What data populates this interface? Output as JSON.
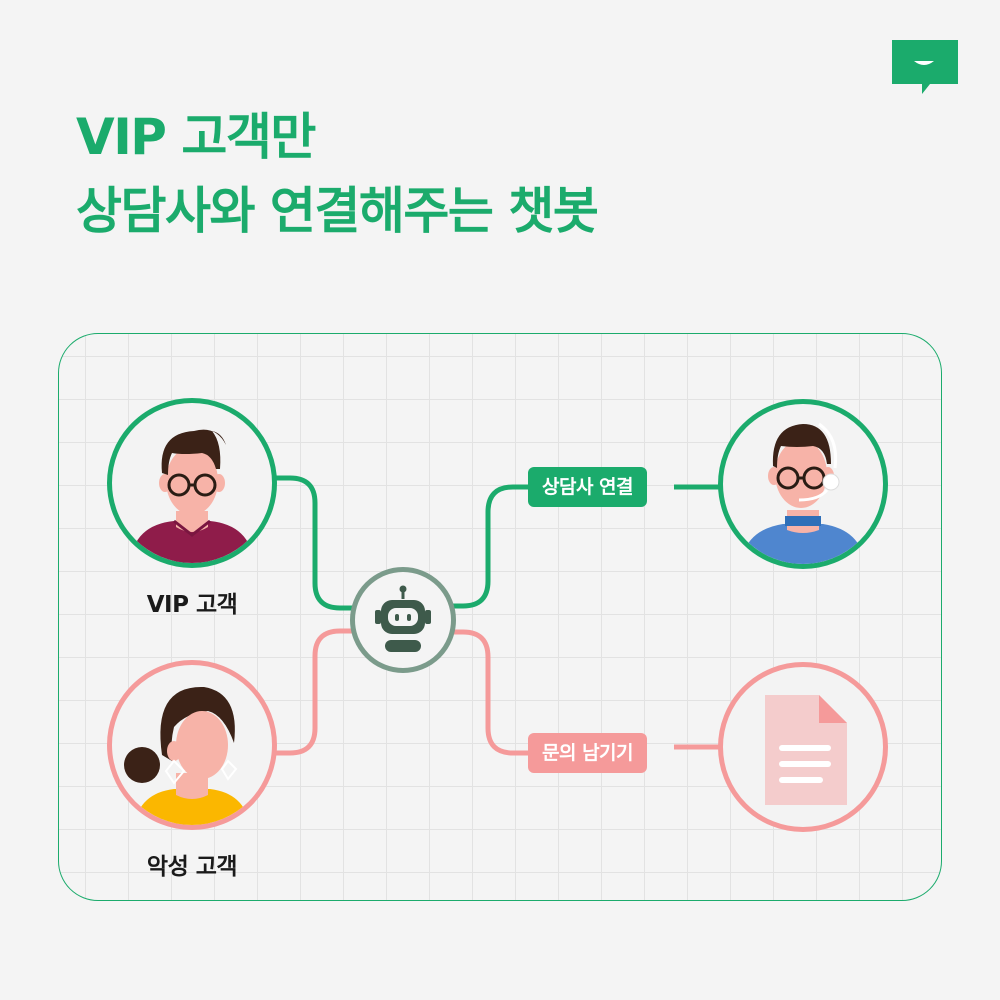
{
  "header": {
    "title_line1": "VIP 고객만",
    "title_line2": "상담사와 연결해주는 챗봇"
  },
  "diagram": {
    "customers": {
      "vip_label": "VIP 고객",
      "malicious_label": "악성 고객"
    },
    "routes": {
      "connect_counselor": "상담사 연결",
      "leave_inquiry": "문의 남기기"
    }
  },
  "icons": {
    "brand": "chat-bubble-icon",
    "center": "robot-icon",
    "counselor": "headset-agent-icon",
    "inquiry": "document-icon"
  },
  "colors": {
    "accent_green": "#1bab6c",
    "accent_pink": "#f59a9a",
    "background": "#f4f4f4"
  }
}
